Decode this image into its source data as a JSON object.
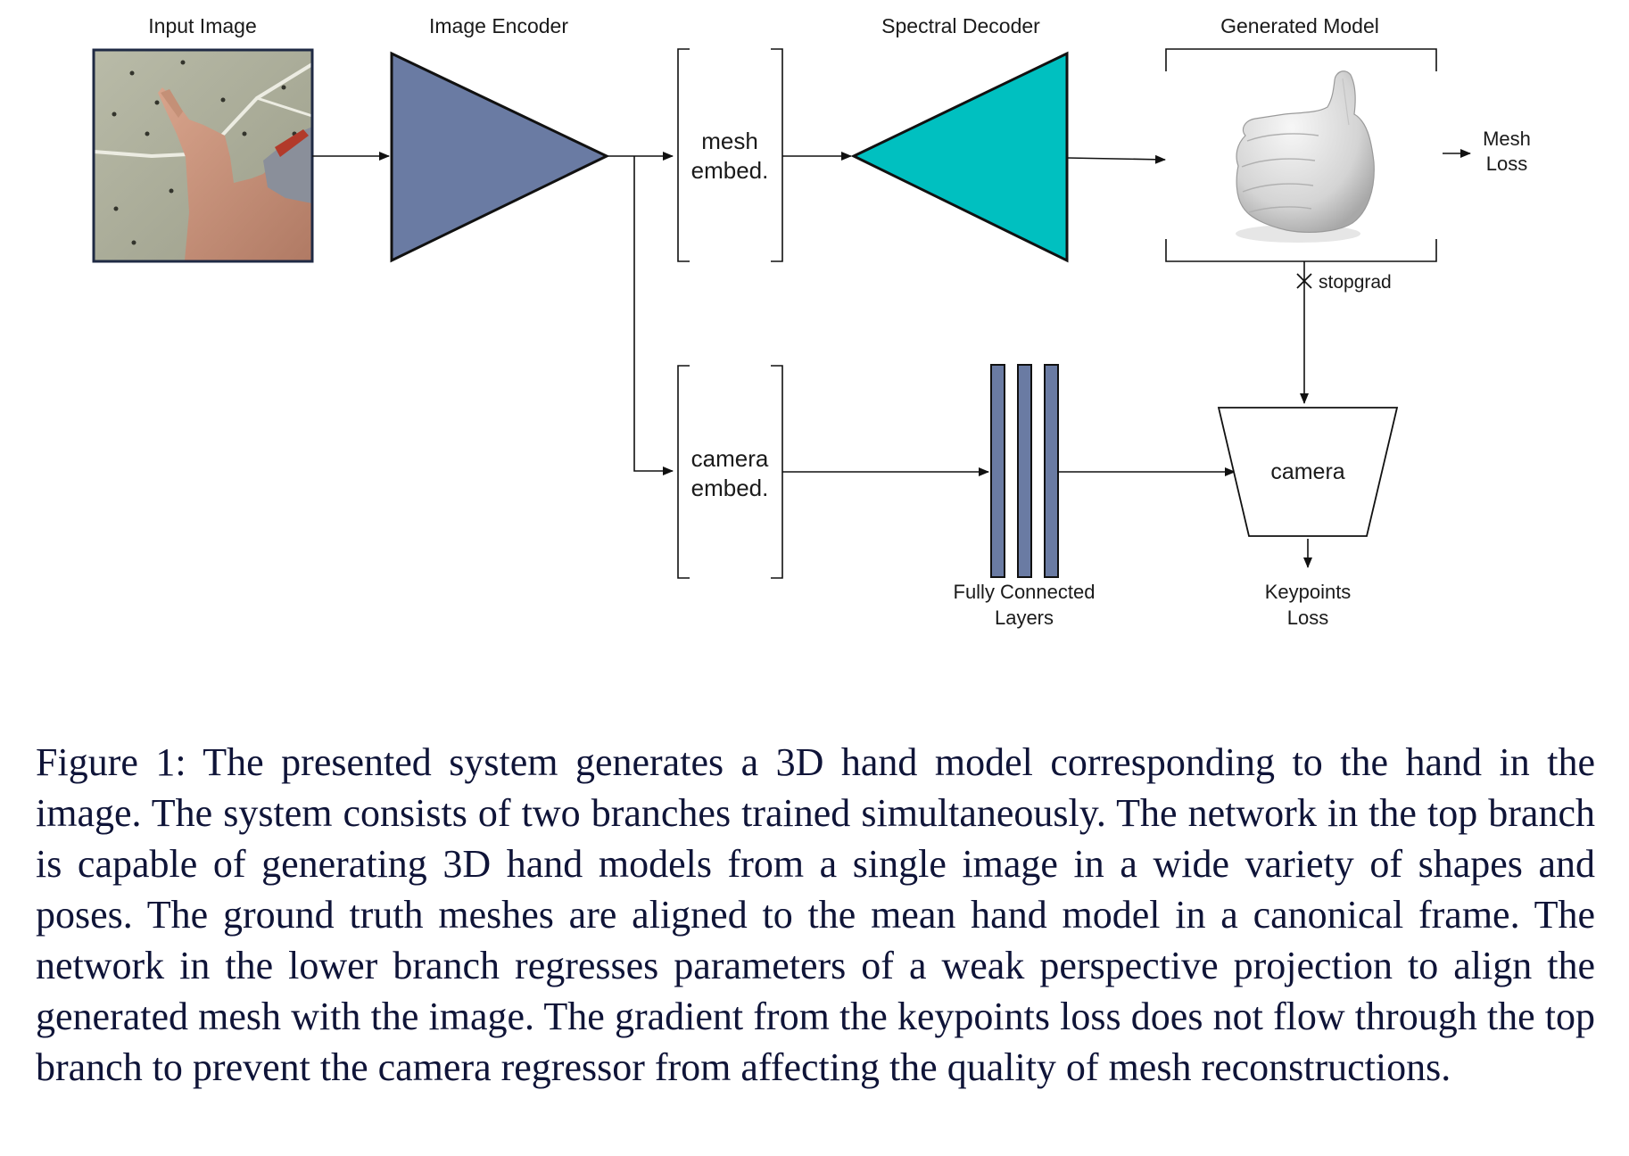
{
  "diagram": {
    "labels": {
      "input_image": "Input Image",
      "image_encoder": "Image Encoder",
      "spectral_decoder": "Spectral Decoder",
      "generated_model": "Generated Model",
      "mesh_embed_line1": "mesh",
      "mesh_embed_line2": "embed.",
      "camera_embed_line1": "camera",
      "camera_embed_line2": "embed.",
      "mesh_loss_line1": "Mesh",
      "mesh_loss_line2": "Loss",
      "stopgrad": "stopgrad",
      "camera": "camera",
      "fc_line1": "Fully Connected",
      "fc_line2": "Layers",
      "keypoints_line1": "Keypoints",
      "keypoints_line2": "Loss"
    },
    "colors": {
      "encoder": "#6a7ba3",
      "decoder": "#00c0c0",
      "fc_layers": "#6a7ba3",
      "stroke": "#111111"
    },
    "icons": {
      "input_image": "hand-thumbs-up-photo",
      "generated_model": "hand-3d-mesh"
    }
  },
  "caption": {
    "text": "Figure 1: The presented system generates a 3D hand model corresponding to the hand in the image. The system consists of two branches trained simultaneously. The network in the top branch is capable of generating 3D hand models from a single image in a wide variety of shapes and poses. The ground truth meshes are aligned to the mean hand model in a canonical frame. The network in the lower branch regresses parameters of a weak perspective projection to align the generated mesh with the image. The gradient from the keypoints loss does not flow through the top branch to prevent the camera regressor from affecting the quality of mesh reconstructions."
  }
}
